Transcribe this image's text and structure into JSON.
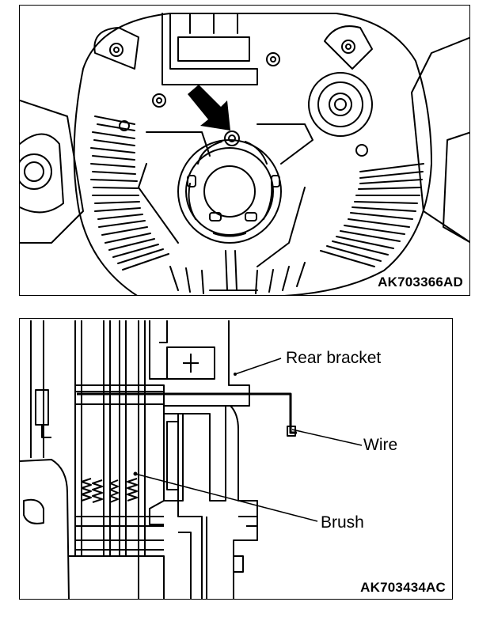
{
  "figure_top": {
    "code": "AK703366AD"
  },
  "figure_bottom": {
    "code": "AK703434AC",
    "labels": {
      "rear_bracket": "Rear bracket",
      "wire": "Wire",
      "brush": "Brush"
    }
  },
  "colors": {
    "line": "#000000",
    "background": "#ffffff"
  }
}
